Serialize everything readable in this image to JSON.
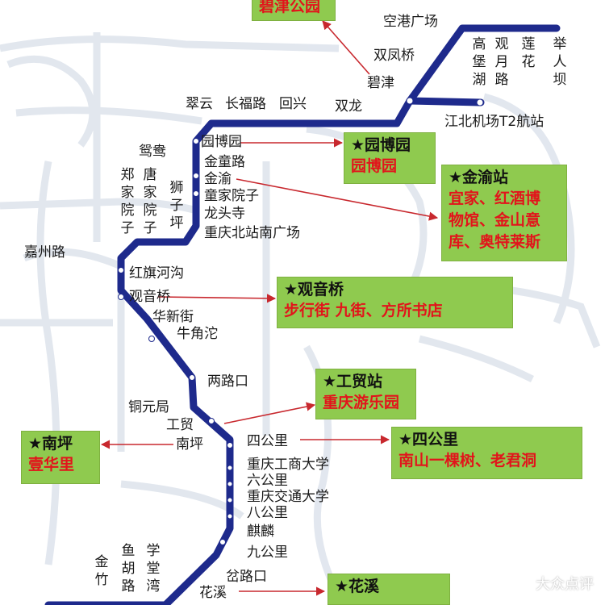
{
  "line_color": "#1e2a8c",
  "box_color": "#8fca4f",
  "highlight_color": "#e2141b",
  "stations": {
    "kgg": "空港广场",
    "sfq": "双凤桥",
    "bj": "碧津",
    "sl": "双龙",
    "gbh": "高堡湖",
    "gyl": "观月路",
    "lh": "莲花",
    "jrb": "举人坝",
    "jbjc": "江北机场T2航站",
    "cy": "翠云",
    "cfl": "长福路",
    "hx": "回兴",
    "yby": "园博园",
    "ya": "鸳鸯",
    "jtl": "金童路",
    "jy": "金渝",
    "tjyz": "童家院子",
    "ltz": "龙头寺",
    "cqbz": "重庆北站南广场",
    "zjyz": "郑家院子",
    "tjyz2": "唐家院子",
    "szp": "狮子坪",
    "jzl": "嘉州路",
    "hqhg": "红旗河沟",
    "gyq": "观音桥",
    "hxj": "华新街",
    "njt": "牛角沱",
    "llk": "两路口",
    "tyj": "铜元局",
    "gm": "工贸",
    "np": "南坪",
    "sgl": "四公里",
    "cqgs": "重庆工商大学",
    "lgl": "六公里",
    "cqjt": "重庆交通大学",
    "bgl": "八公里",
    "ql": "麒麟",
    "jgl": "九公里",
    "clk": "岔路口",
    "hx2": "花溪",
    "jz": "金竹",
    "yhl": "鱼胡路",
    "xtw": "学堂湾"
  },
  "callouts": {
    "bjgy": {
      "desc": "碧津公园"
    },
    "yby": {
      "title": "★园博园",
      "desc": "园博园"
    },
    "jy": {
      "title": "★金渝站",
      "desc1": "宜家、红酒博",
      "desc2": "物馆、金山意",
      "desc3": "库、奥特莱斯"
    },
    "gyq": {
      "title": "★观音桥",
      "desc": "步行街 九街、方所书店"
    },
    "gm": {
      "title": "★工贸站",
      "desc": "重庆游乐园"
    },
    "np": {
      "title": "★南坪",
      "desc": "壹华里"
    },
    "sgl": {
      "title": "★四公里",
      "desc": "南山一棵树、老君洞"
    },
    "hx": {
      "title": "★花溪"
    }
  },
  "watermark": "大众点评"
}
